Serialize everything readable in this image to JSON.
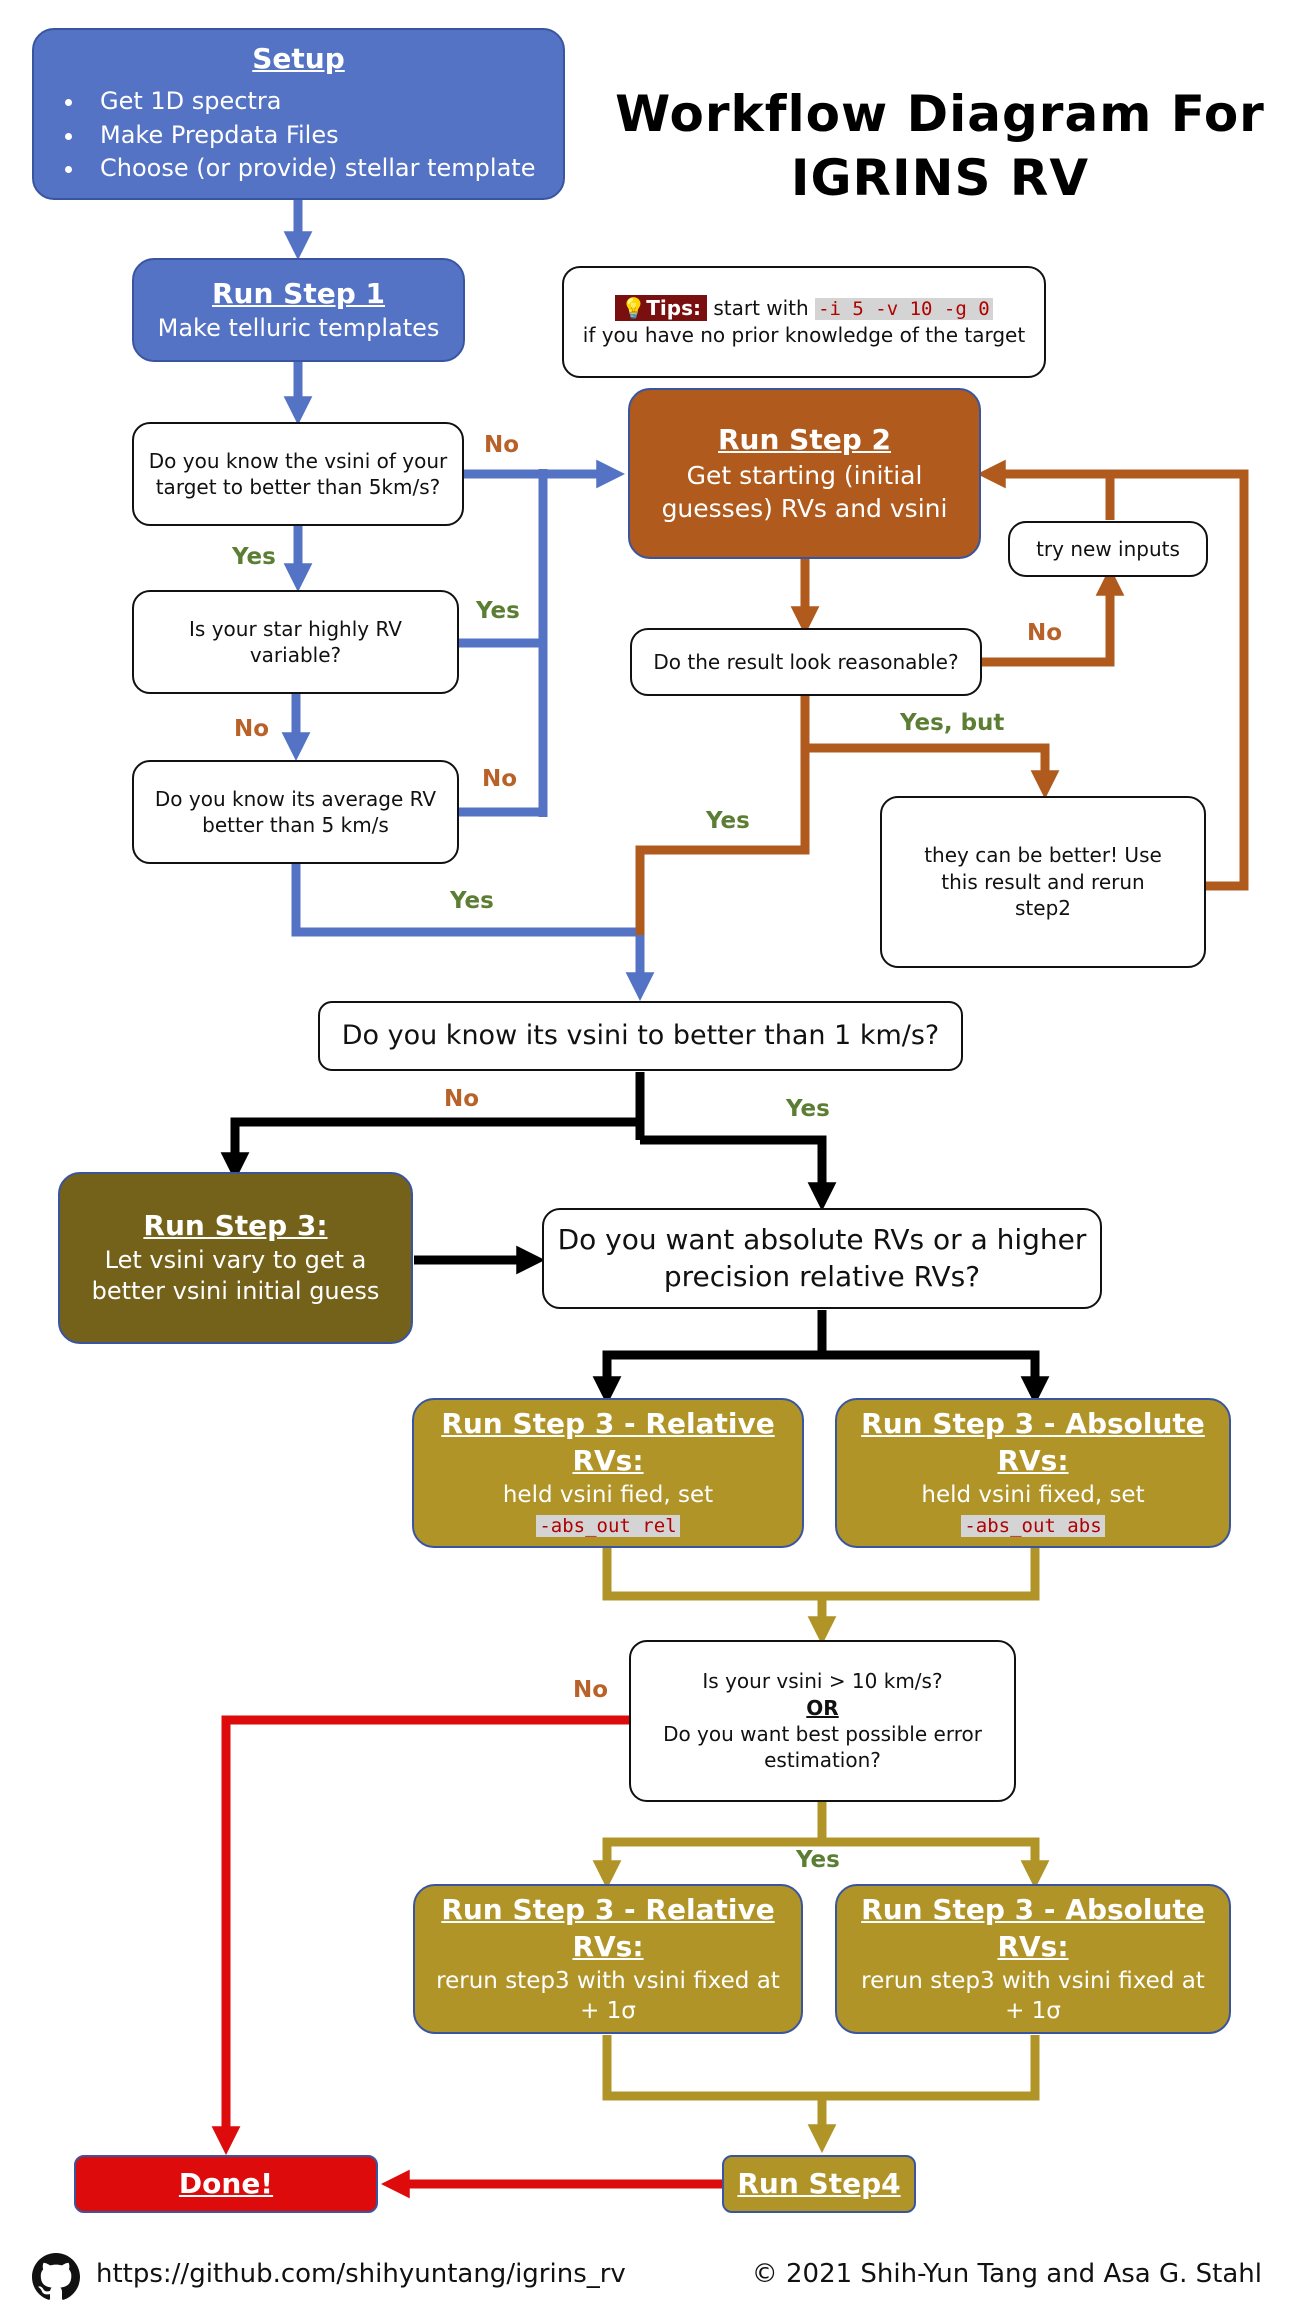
{
  "title": {
    "line1": "Workflow Diagram For",
    "line2": "IGRINS RV"
  },
  "setup": {
    "title": "Setup",
    "items": [
      "Get 1D spectra",
      "Make Prepdata Files",
      "Choose (or provide) stellar template"
    ]
  },
  "step1": {
    "title": "Run Step 1",
    "body": "Make telluric templates"
  },
  "tips": {
    "badge": "Tips:",
    "before_code": "start with",
    "code": "-i 5 -v 10 -g 0",
    "after": "if you have no prior knowledge of the target"
  },
  "q_vsini5": "Do you know the vsini of your target to better than 5km/s?",
  "q_rv_variable": "Is your star highly RV variable?",
  "q_avg_rv": "Do you know its average RV better than 5 km/s",
  "step2": {
    "title": "Run Step 2",
    "body": "Get starting (initial guesses) RVs and vsini"
  },
  "try_new_inputs": "try new inputs",
  "q_reasonable": "Do the result look reasonable?",
  "can_be_better": "they can be better! Use this result and rerun step2",
  "q_vsini1": "Do you know its vsini to better than 1 km/s?",
  "step3_vary": {
    "title": "Run Step 3:",
    "body": "Let vsini vary to get a better vsini initial guess"
  },
  "q_abs_rel": "Do you want absolute RVs or a higher precision relative RVs?",
  "step3_rel": {
    "title": "Run Step 3 - Relative RVs:",
    "body": "held vsini fied, set",
    "code": "-abs_out rel"
  },
  "step3_abs": {
    "title": "Run Step 3 - Absolute RVs:",
    "body": "held vsini fixed, set",
    "code": "-abs_out abs"
  },
  "q_vsini10": {
    "line1": "Is your vsini > 10 km/s?",
    "or": "OR",
    "line2": "Do you want best possible error estimation?"
  },
  "step3_rel_rerun": {
    "title": "Run Step 3 - Relative RVs:",
    "body": "rerun step3 with vsini fixed at + 1σ"
  },
  "step3_abs_rerun": {
    "title": "Run Step 3 - Absolute RVs:",
    "body": "rerun step3 with vsini fixed at + 1σ"
  },
  "done": "Done!",
  "step4": "Run Step4",
  "labels": {
    "no": "No",
    "yes": "Yes",
    "yes_but": "Yes, but"
  },
  "footer": {
    "url": "https://github.com/shihyuntang/igrins_rv",
    "copyright": "© 2021 Shih-Yun Tang and Asa G. Stahl"
  },
  "colors": {
    "blue": "#5573c4",
    "orange": "#b05a1d",
    "olive": "#74611a",
    "gold": "#b19428",
    "red": "#dd0b0b",
    "label_orange": "#b8622a",
    "label_green": "#5b7d34"
  }
}
